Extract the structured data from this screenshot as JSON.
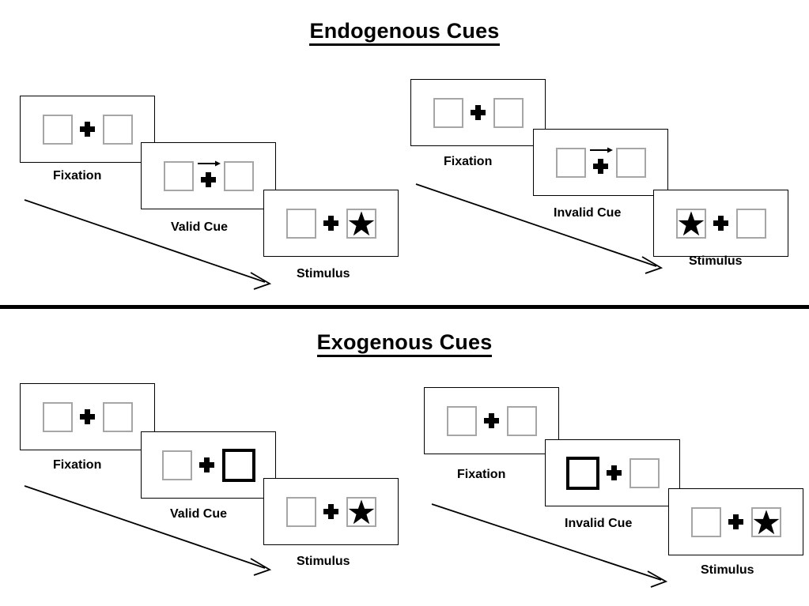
{
  "sections": [
    {
      "id": "endogenous",
      "title": "Endogenous Cues",
      "conditions": [
        {
          "id": "endogenous-valid",
          "frames": [
            {
              "label": "Fixation",
              "cue": "none",
              "cued_side": "none",
              "stimulus_side": "none"
            },
            {
              "label": "Valid Cue",
              "cue": "arrow",
              "cue_direction": "right",
              "cued_side": "right",
              "stimulus_side": "none"
            },
            {
              "label": "Stimulus",
              "cue": "none",
              "cued_side": "none",
              "stimulus_side": "right"
            }
          ]
        },
        {
          "id": "endogenous-invalid",
          "frames": [
            {
              "label": "Fixation",
              "cue": "none",
              "cued_side": "none",
              "stimulus_side": "none"
            },
            {
              "label": "Invalid Cue",
              "cue": "arrow",
              "cue_direction": "right",
              "cued_side": "right",
              "stimulus_side": "none"
            },
            {
              "label": "Stimulus",
              "cue": "none",
              "cued_side": "none",
              "stimulus_side": "left"
            }
          ]
        }
      ]
    },
    {
      "id": "exogenous",
      "title": "Exogenous Cues",
      "conditions": [
        {
          "id": "exogenous-valid",
          "frames": [
            {
              "label": "Fixation",
              "cue": "none",
              "cued_side": "none",
              "stimulus_side": "none"
            },
            {
              "label": "Valid Cue",
              "cue": "highlight",
              "cued_side": "right",
              "stimulus_side": "none"
            },
            {
              "label": "Stimulus",
              "cue": "none",
              "cued_side": "none",
              "stimulus_side": "right"
            }
          ]
        },
        {
          "id": "exogenous-invalid",
          "frames": [
            {
              "label": "Fixation",
              "cue": "none",
              "cued_side": "none",
              "stimulus_side": "none"
            },
            {
              "label": "Invalid Cue",
              "cue": "highlight",
              "cued_side": "left",
              "stimulus_side": "none"
            },
            {
              "label": "Stimulus",
              "cue": "none",
              "cued_side": "none",
              "stimulus_side": "right"
            }
          ]
        }
      ]
    }
  ],
  "labels": {
    "endo_valid_fixation": "Fixation",
    "endo_valid_cue": "Valid Cue",
    "endo_valid_stimulus": "Stimulus",
    "endo_invalid_fixation": "Fixation",
    "endo_invalid_cue": "Invalid Cue",
    "endo_invalid_stimulus": "Stimulus",
    "exo_valid_fixation": "Fixation",
    "exo_valid_cue": "Valid Cue",
    "exo_valid_stimulus": "Stimulus",
    "exo_invalid_fixation": "Fixation",
    "exo_invalid_cue": "Invalid Cue",
    "exo_invalid_stimulus": "Stimulus"
  },
  "titles": {
    "endogenous": "Endogenous Cues",
    "exogenous": "Exogenous Cues"
  },
  "icons": {
    "fixation_cross": "fixation-cross-icon",
    "cue_arrow": "right-arrow-cue-icon",
    "target_star": "star-target-icon",
    "flow_arrow": "time-flow-arrow-icon"
  },
  "colors": {
    "box_border": "#a6a6a6",
    "cued_box_border": "#000000",
    "panel_border": "#000000",
    "ink": "#000000",
    "background": "#ffffff"
  }
}
